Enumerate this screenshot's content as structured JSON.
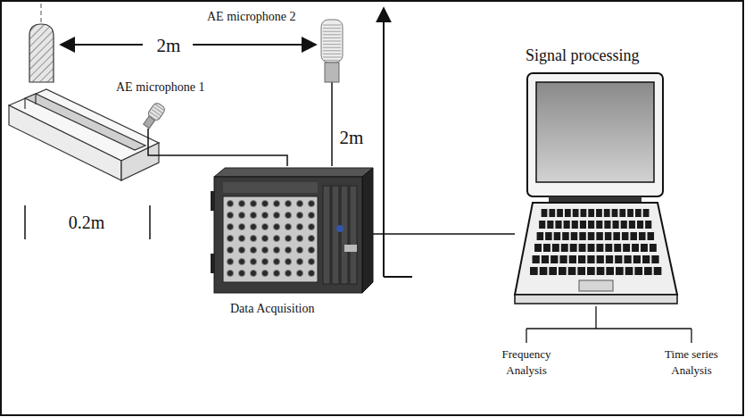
{
  "diagram": {
    "nodes": [
      {
        "text": [
          "AE microphone 1"
        ]
      },
      {
        "text": [
          "AE microphone 2"
        ]
      },
      {
        "text": [
          "Data Acquisition"
        ]
      },
      {
        "text": [
          "Signal processing"
        ]
      }
    ],
    "edges": [
      {
        "from": 0,
        "to": 2,
        "arrow": "none"
      },
      {
        "from": 1,
        "to": 2,
        "arrow": "none"
      },
      {
        "from": 2,
        "to": 3,
        "arrow": "none"
      }
    ],
    "labels": [
      "2m",
      "2m",
      "0.2m",
      "Frequency Analysis",
      "Time series Analysis"
    ]
  }
}
